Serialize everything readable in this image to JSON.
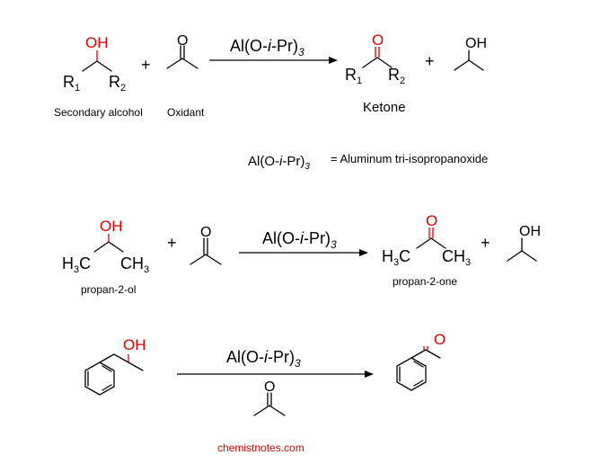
{
  "reaction1": {
    "oh": "OH",
    "r1": "R",
    "r1_sub": "1",
    "r2": "R",
    "r2_sub": "2",
    "plus_a": "+",
    "oxidant_o": "O",
    "reagent_pre": "Al(O-",
    "reagent_i": "i",
    "reagent_post": "-Pr)",
    "reagent_sub": "3",
    "ketone_o": "O",
    "plus_b": "+",
    "product_oh": "OH",
    "label_secondary_alcohol": "Secondary alcohol",
    "label_oxidant": "Oxidant",
    "label_ketone": "Ketone"
  },
  "definition": {
    "pre": "Al(O-",
    "i": "i",
    "post": "-Pr)",
    "sub": "3",
    "text": "= Aluminum  tri-isopropanoxide"
  },
  "reaction2": {
    "oh": "OH",
    "h3c": "H",
    "h3c_sub": "3",
    "h3c_c": "C",
    "ch3": "CH",
    "ch3_sub": "3",
    "plus_a": "+",
    "acetone_o": "O",
    "reagent_pre": "Al(O-",
    "reagent_i": "i",
    "reagent_post": "-Pr)",
    "reagent_sub": "3",
    "product_o": "O",
    "p_h3c": "H",
    "p_h3c_sub": "3",
    "p_h3c_c": "C",
    "p_ch3": "CH",
    "p_ch3_sub": "3",
    "plus_b": "+",
    "byproduct_oh": "OH",
    "label_reactant": "propan-2-ol",
    "label_product": "propan-2-one"
  },
  "reaction3": {
    "oh": "OH",
    "reagent_pre": "Al(O-",
    "reagent_i": "i",
    "reagent_post": "-Pr)",
    "reagent_sub": "3",
    "acetone_o": "O",
    "product_o": "O"
  },
  "watermark": "chemistnotes.com",
  "colors": {
    "heteroatom": "#e00000",
    "bond": "#000000",
    "watermark": "#e00000"
  }
}
